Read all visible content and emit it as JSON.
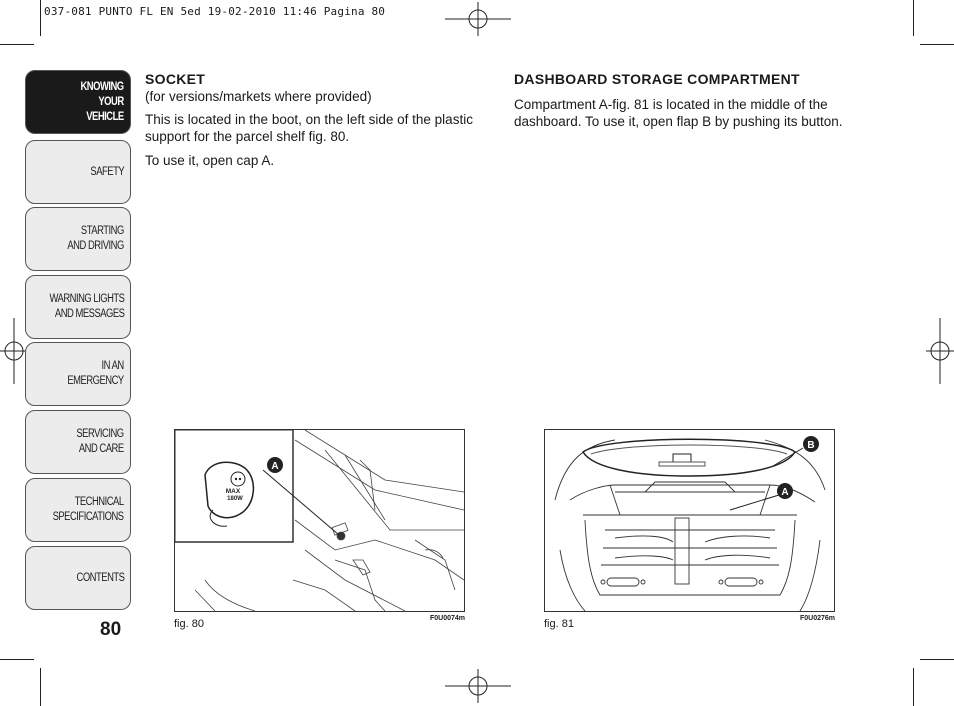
{
  "header": {
    "text": "037-081 PUNTO FL EN 5ed  19-02-2010  11:46  Pagina 80"
  },
  "sidebar": {
    "tabs": [
      {
        "label": "KNOWING\nYOUR\nVEHICLE",
        "active": true
      },
      {
        "label": "SAFETY"
      },
      {
        "label": "STARTING\nAND DRIVING"
      },
      {
        "label": "WARNING LIGHTS\nAND MESSAGES"
      },
      {
        "label": "IN AN\nEMERGENCY"
      },
      {
        "label": "SERVICING\nAND CARE"
      },
      {
        "label": "TECHNICAL\nSPECIFICATIONS"
      },
      {
        "label": "CONTENTS"
      }
    ]
  },
  "page_number": "80",
  "socket": {
    "title": "SOCKET",
    "subtitle": "(for versions/markets where provided)",
    "para1": "This is located in the boot, on the left side of the plastic support for the parcel shelf fig. 80.",
    "para2": "To use it, open cap A."
  },
  "dashboard": {
    "title": "DASHBOARD STORAGE COMPARTMENT",
    "para1": "Compartment A-fig. 81 is located in the middle of the dashboard. To use it, open flap B by pushing its button."
  },
  "fig80": {
    "caption": "fig. 80",
    "code": "F0U0074m",
    "label_a": "A",
    "socket_text1": "MAX",
    "socket_text2": "180W"
  },
  "fig81": {
    "caption": "fig. 81",
    "code": "F0U0276m",
    "label_a": "A",
    "label_b": "B"
  }
}
